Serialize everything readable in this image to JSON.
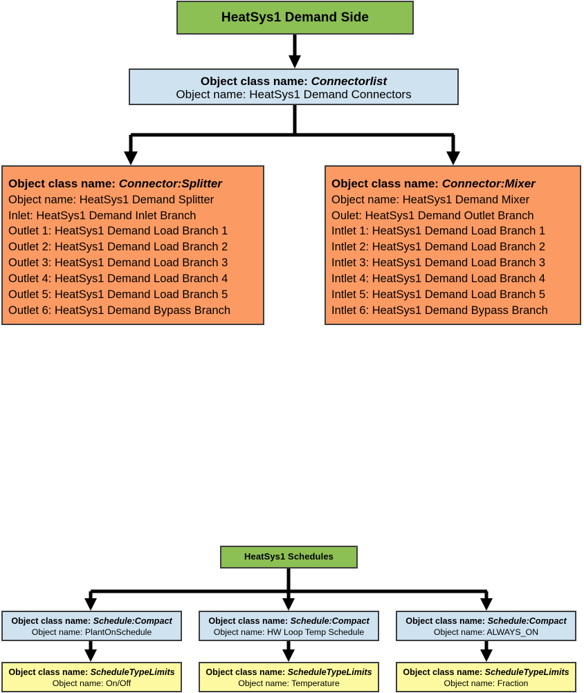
{
  "diagram": {
    "title": "HeatSys1 Demand Side and Schedules object diagram",
    "colors": {
      "green": "#8cbf54",
      "blue": "#cfe2f0",
      "orange": "#fb9a63",
      "yellow": "#fcf9a0",
      "border": "#3d3d3d",
      "arrow": "#000000"
    }
  },
  "demand_side": {
    "root": {
      "label": "HeatSys1 Demand Side"
    },
    "connectorlist": {
      "class_label": "Object class name:",
      "class_value": "Connectorlist",
      "name_label": "Object name:",
      "name_value": "HeatSys1 Demand Connectors"
    },
    "splitter": {
      "class_label": "Object class  name:",
      "class_value": "Connector:Splitter",
      "lines": [
        "Object name: HeatSys1 Demand Splitter",
        "Inlet: HeatSys1 Demand Inlet Branch",
        "Outlet 1: HeatSys1 Demand Load Branch 1",
        "Outlet 2: HeatSys1 Demand Load Branch 2",
        "Outlet 3: HeatSys1 Demand Load Branch 3",
        "Outlet 4: HeatSys1 Demand Load Branch 4",
        "Outlet 5: HeatSys1 Demand Load Branch 5",
        "Outlet 6: HeatSys1 Demand Bypass Branch"
      ]
    },
    "mixer": {
      "class_label": "Object class name:",
      "class_value": "Connector:Mixer",
      "lines": [
        "Object name: HeatSys1 Demand Mixer",
        "Oulet: HeatSys1 Demand Outlet Branch",
        "Intlet 1: HeatSys1 Demand Load Branch 1",
        "Intlet 2: HeatSys1 Demand Load Branch 2",
        "Intlet 3: HeatSys1 Demand Load Branch 3",
        "Intlet 4: HeatSys1 Demand Load Branch 4",
        "Intlet 5: HeatSys1 Demand Load Branch 5",
        "Intlet 6: HeatSys1 Demand Bypass Branch"
      ]
    }
  },
  "schedules": {
    "root": {
      "label": "HeatSys1 Schedules"
    },
    "columns": [
      {
        "compact": {
          "class_label": "Object class name:",
          "class_value": "Schedule:Compact",
          "name_label": "Object name:",
          "name_value": "PlantOnSchedule"
        },
        "limits": {
          "class_label": "Object class name:",
          "class_value": "ScheduleTypeLimits",
          "name_label": "Object name:",
          "name_value": "On/Off"
        }
      },
      {
        "compact": {
          "class_label": "Object class name:",
          "class_value": "Schedule:Compact",
          "name_label": "Object name:",
          "name_value": "HW Loop Temp Schedule"
        },
        "limits": {
          "class_label": "Object class name:",
          "class_value": "ScheduleTypeLimits",
          "name_label": "Object name:",
          "name_value": "Temperature"
        }
      },
      {
        "compact": {
          "class_label": "Object class name:",
          "class_value": "Schedule:Compact",
          "name_label": "Object name:",
          "name_value": "ALWAYS_ON"
        },
        "limits": {
          "class_label": "Object class name:",
          "class_value": "ScheduleTypeLimits",
          "name_label": "Object name:",
          "name_value": "Fraction"
        }
      }
    ]
  }
}
